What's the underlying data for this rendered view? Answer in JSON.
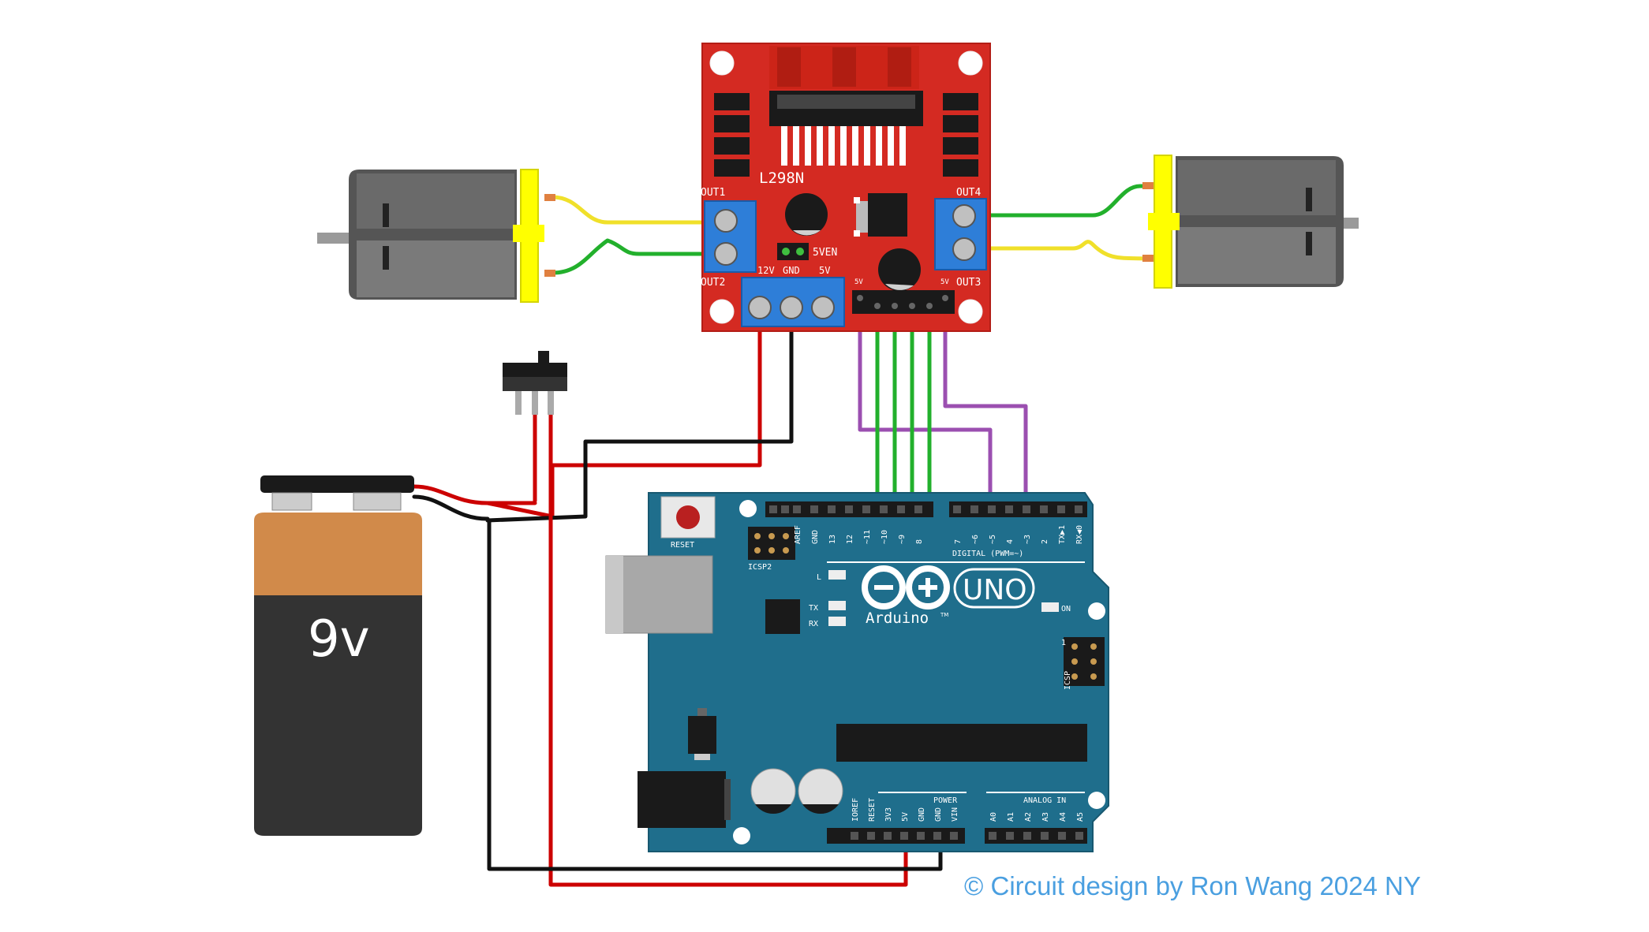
{
  "driver": {
    "chip": "L298N",
    "out1": "OUT1",
    "out2": "OUT2",
    "out3": "OUT3",
    "out4": "OUT4",
    "v12": "12V",
    "gnd": "GND",
    "v5": "5V",
    "jumper": "5VEN",
    "sv_left": "5V",
    "sv_right": "5V",
    "color": "#d42a22"
  },
  "arduino": {
    "brand": "Arduino",
    "model": "UNO",
    "tm": "TM",
    "reset": "RESET",
    "icsp2": "ICSP2",
    "icsp": "ICSP",
    "icsp_one": "1",
    "led_l": "L",
    "led_tx": "TX",
    "led_rx": "RX",
    "led_on": "ON",
    "digital": "DIGITAL (PWM=~)",
    "power": "POWER",
    "analog": "ANALOG IN",
    "top_pins": [
      "AREF",
      "GND",
      "13",
      "12",
      "~11",
      "~10",
      "~9",
      "8",
      "7",
      "~6",
      "~5",
      "4",
      "~3",
      "2",
      "TX▶1",
      "RX◀0"
    ],
    "power_pins": [
      "IOREF",
      "RESET",
      "3V3",
      "5V",
      "GND",
      "GND",
      "VIN"
    ],
    "analog_pins": [
      "A0",
      "A1",
      "A2",
      "A3",
      "A4",
      "A5"
    ],
    "color": "#1f6e8c"
  },
  "battery": {
    "label": "9v",
    "cap_color": "#d18a4a",
    "body_color": "#333333"
  },
  "wires": {
    "red": "#cc0000",
    "black": "#111111",
    "green": "#22b02c",
    "yellow": "#f0e02a",
    "purple": "#9b4fb0"
  },
  "credit": "© Circuit design by Ron Wang 2024 NY"
}
